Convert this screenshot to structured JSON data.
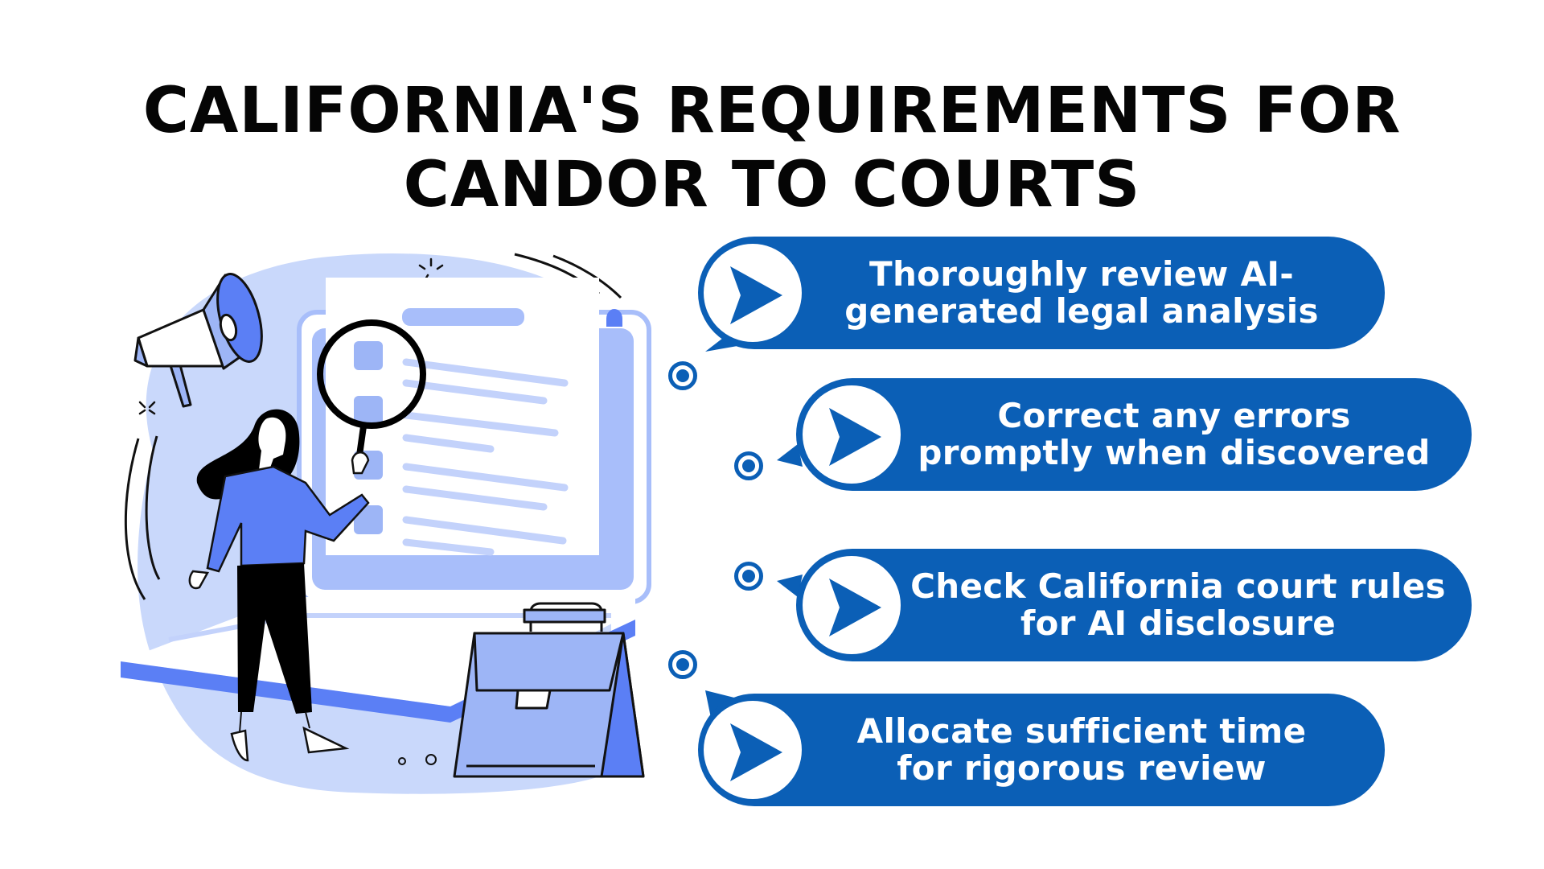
{
  "title": {
    "line1": "CALIFORNIA'S REQUIREMENTS FOR",
    "line2": "CANDOR TO COURTS"
  },
  "colors": {
    "pill_blue": "#0b5fb6",
    "illustration_light": "#c9d8fb",
    "illustration_mid": "#9db5f6",
    "illustration_accent": "#5b7ff5",
    "title_text": "#050505"
  },
  "requirements": [
    {
      "icon": "play-arrow-icon",
      "line1": "Thoroughly review AI-",
      "line2": "generated legal analysis"
    },
    {
      "icon": "play-arrow-icon",
      "line1": "Correct any errors",
      "line2": "promptly when discovered"
    },
    {
      "icon": "play-arrow-icon",
      "line1": "Check California court rules",
      "line2": "for AI disclosure"
    },
    {
      "icon": "play-arrow-icon",
      "line1": "Allocate sufficient time",
      "line2": "for rigorous review"
    }
  ],
  "illustration": {
    "description": "woman-with-magnifying-glass-reviewing-document",
    "elements": [
      "megaphone-icon",
      "magnifying-glass-icon",
      "document-icon",
      "laptop-icon",
      "briefcase-icon",
      "person"
    ]
  }
}
